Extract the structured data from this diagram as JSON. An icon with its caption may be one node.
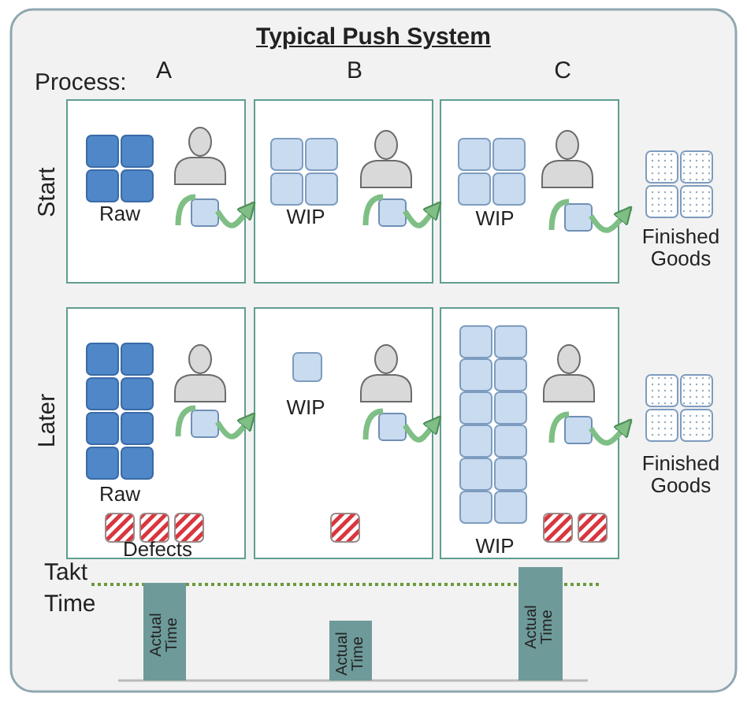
{
  "diagram": {
    "title": "Typical Push System",
    "nodes": [
      {
        "text": [
          "Raw"
        ]
      },
      {
        "text": [],
        "shape": "box",
        "in": 0
      },
      {
        "text": [
          "WIP"
        ]
      },
      {
        "text": [],
        "shape": "box",
        "in": 2
      },
      {
        "text": [
          "WIP"
        ]
      },
      {
        "text": [],
        "shape": "box",
        "in": 4
      },
      {
        "text": [
          "Finished Goods"
        ]
      },
      {
        "text": [
          "Raw",
          "Defects"
        ]
      },
      {
        "text": [],
        "shape": "box",
        "in": 7
      },
      {
        "text": [
          "WIP"
        ]
      },
      {
        "text": [],
        "shape": "box",
        "in": 9
      },
      {
        "text": [
          "WIP"
        ]
      },
      {
        "text": [],
        "shape": "box",
        "in": 11
      },
      {
        "text": [
          "Finished Goods"
        ]
      }
    ],
    "edges": [
      {
        "from": 1,
        "to": 2,
        "arrow": "to"
      },
      {
        "from": 3,
        "to": 4,
        "arrow": "to"
      },
      {
        "from": 5,
        "to": 6,
        "arrow": "to"
      },
      {
        "from": 8,
        "to": 9,
        "arrow": "to"
      },
      {
        "from": 10,
        "to": 11,
        "arrow": "to"
      },
      {
        "from": 12,
        "to": 13,
        "arrow": "to"
      }
    ],
    "labels": [
      "Process:",
      "A",
      "B",
      "C",
      "Start",
      "Later",
      "Takt",
      "Time",
      "Actual Time",
      "Actual Time",
      "Actual Time"
    ]
  }
}
